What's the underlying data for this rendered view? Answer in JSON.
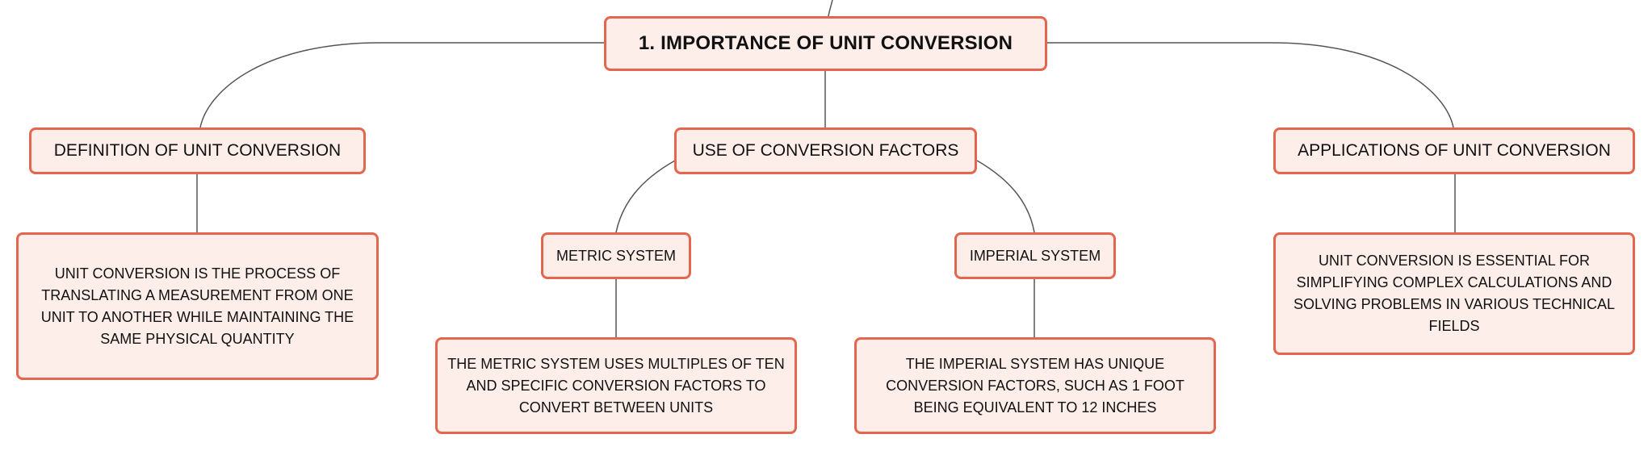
{
  "diagram": {
    "accent_color": "#e5664f",
    "node_fill": "#fdeeea",
    "line_color": "#555555",
    "root": {
      "label": "1. IMPORTANCE OF UNIT CONVERSION"
    },
    "definition": {
      "title": "DEFINITION OF UNIT CONVERSION",
      "description": "UNIT CONVERSION IS THE PROCESS OF TRANSLATING A MEASUREMENT FROM ONE UNIT TO ANOTHER WHILE MAINTAINING THE SAME PHYSICAL QUANTITY"
    },
    "conversion_factors": {
      "title": "USE OF CONVERSION FACTORS",
      "metric": {
        "title": "METRIC SYSTEM",
        "description": "THE METRIC SYSTEM USES MULTIPLES OF TEN AND SPECIFIC CONVERSION FACTORS TO CONVERT BETWEEN UNITS"
      },
      "imperial": {
        "title": "IMPERIAL SYSTEM",
        "description": "THE IMPERIAL SYSTEM HAS UNIQUE CONVERSION FACTORS, SUCH AS 1 FOOT BEING EQUIVALENT TO 12 INCHES"
      }
    },
    "applications": {
      "title": "APPLICATIONS OF UNIT CONVERSION",
      "description": "UNIT CONVERSION IS ESSENTIAL FOR SIMPLIFYING COMPLEX CALCULATIONS AND SOLVING PROBLEMS IN VARIOUS TECHNICAL FIELDS"
    }
  }
}
